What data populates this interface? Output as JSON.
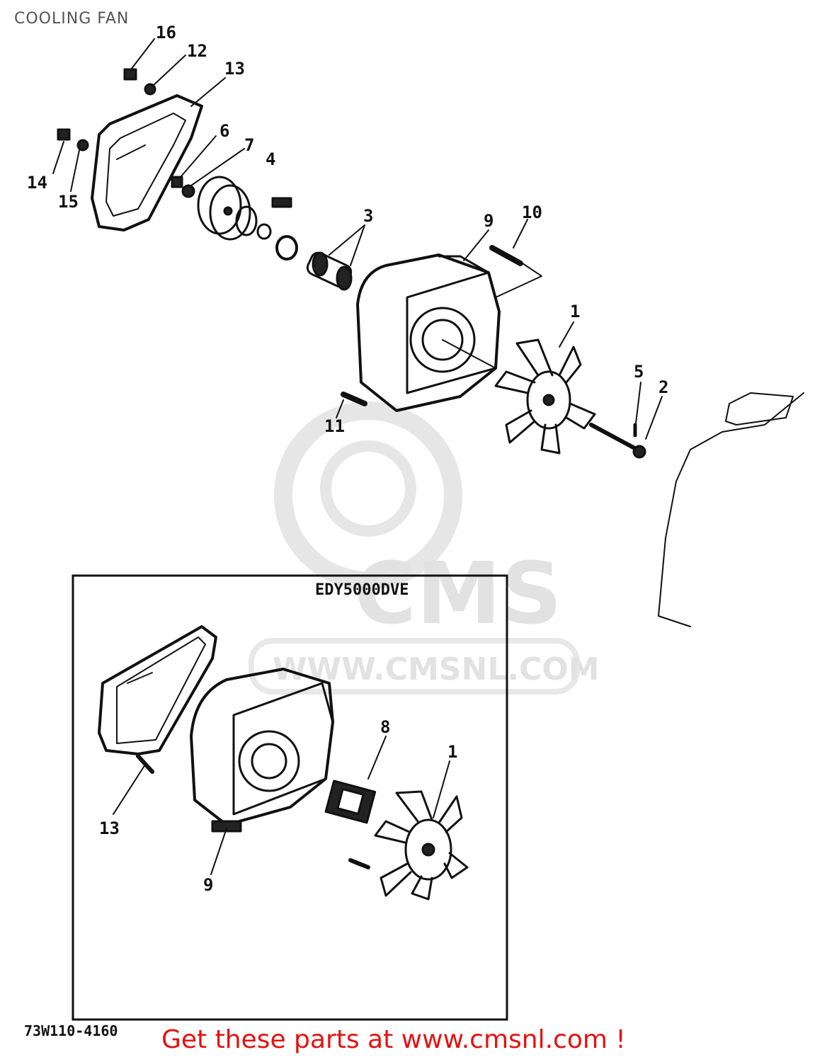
{
  "page": {
    "title": "COOLING FAN",
    "drawing_code": "73W110-4160",
    "footer_link": "Get these parts at www.cmsnl.com !"
  },
  "watermark": {
    "brand": "CMS",
    "url": "WWW.CMSNL.COM"
  },
  "inset": {
    "title": "EDY5000DVE"
  },
  "callouts": {
    "main": [
      "16",
      "12",
      "13",
      "6",
      "7",
      "4",
      "14",
      "15",
      "3",
      "9",
      "10",
      "1",
      "5",
      "2",
      "11"
    ],
    "inset": [
      "8",
      "1",
      "13",
      "9"
    ]
  },
  "colors": {
    "line": "#111111",
    "watermark": "#e2e2e2",
    "footer_link": "#e31212"
  }
}
